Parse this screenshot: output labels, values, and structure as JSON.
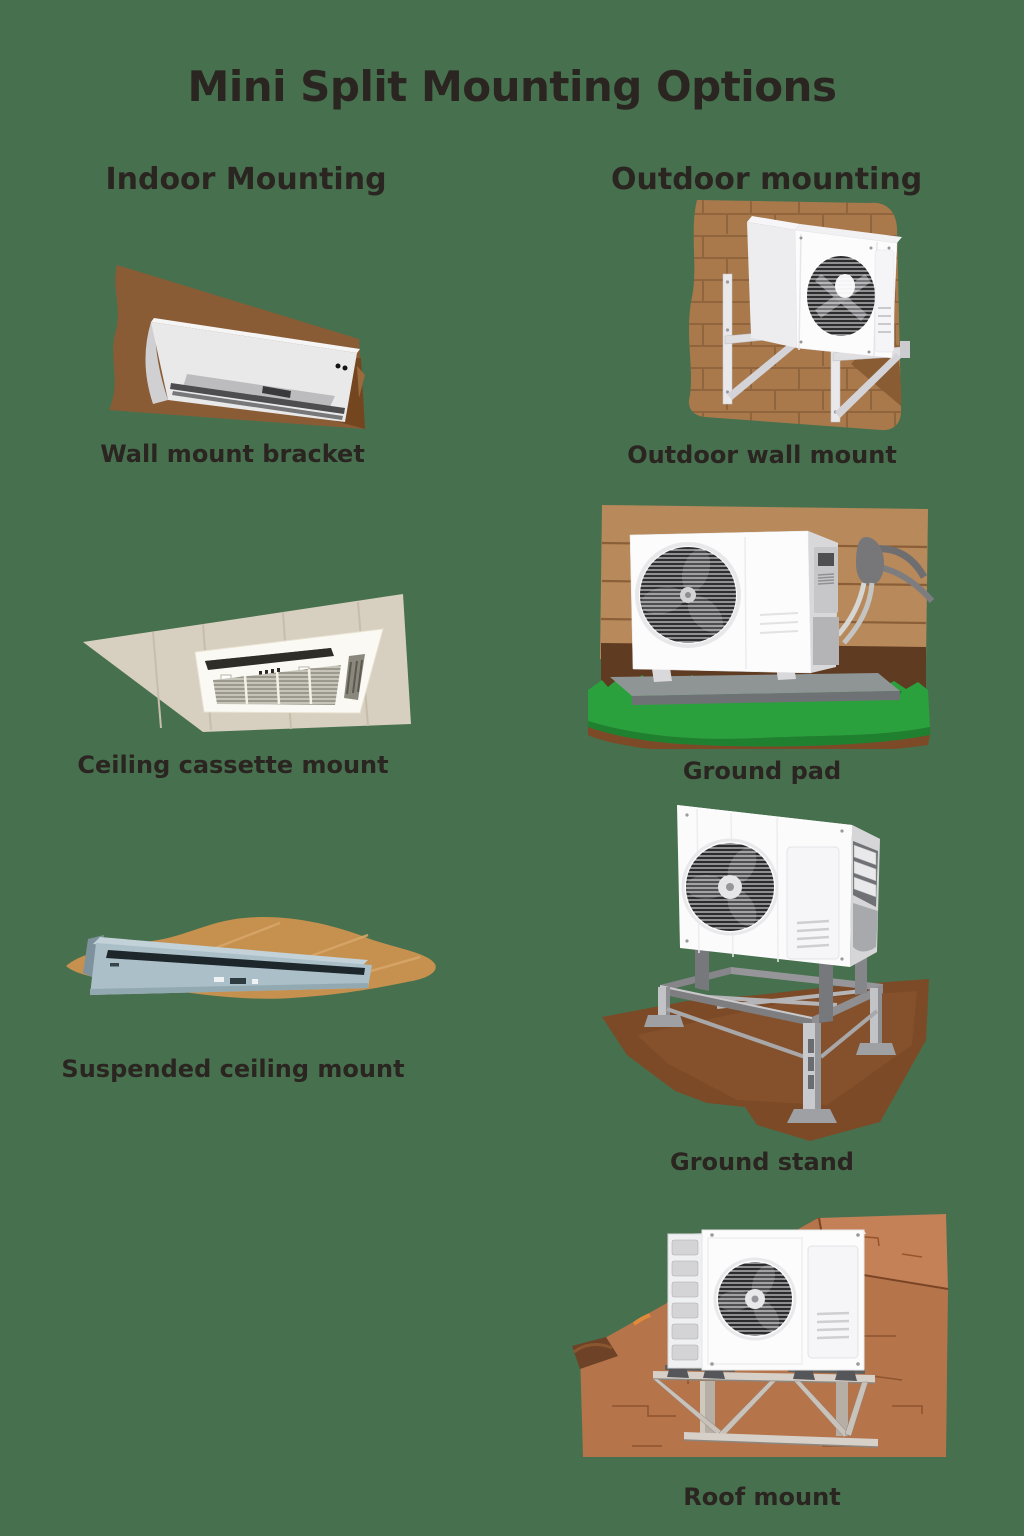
{
  "title": "Mini Split Mounting Options",
  "columns": {
    "indoor": {
      "header": "Indoor Mounting",
      "items": [
        {
          "label": "Wall mount bracket",
          "icon": "wall-mounted-indoor-unit-illustration"
        },
        {
          "label": "Ceiling cassette mount",
          "icon": "ceiling-cassette-unit-illustration"
        },
        {
          "label": "Suspended ceiling mount",
          "icon": "suspended-ceiling-unit-illustration"
        }
      ]
    },
    "outdoor": {
      "header": "Outdoor mounting",
      "items": [
        {
          "label": "Outdoor wall mount",
          "icon": "condenser-on-wall-brackets-illustration"
        },
        {
          "label": "Ground pad",
          "icon": "condenser-on-ground-pad-illustration"
        },
        {
          "label": "Ground stand",
          "icon": "condenser-on-ground-stand-illustration"
        },
        {
          "label": "Roof mount",
          "icon": "condenser-on-roof-rails-illustration"
        }
      ]
    }
  },
  "colors": {
    "background": "#47704e",
    "text": "#2b2521",
    "wall_brown": "#8a5c36",
    "brick": "#a9794c",
    "siding": "#b8895b",
    "wood_ceiling": "#c6914f",
    "ceiling_beige": "#d7d0c0",
    "roof_terracotta": "#b5744a",
    "grass_green": "#2aa13c",
    "dirt_brown": "#7c4a26",
    "unit_white": "#fbfbfc",
    "unit_blue_gray": "#aabfc8",
    "metal_gray": "#c2c3c6",
    "fan_dark": "#2b2b2d"
  }
}
